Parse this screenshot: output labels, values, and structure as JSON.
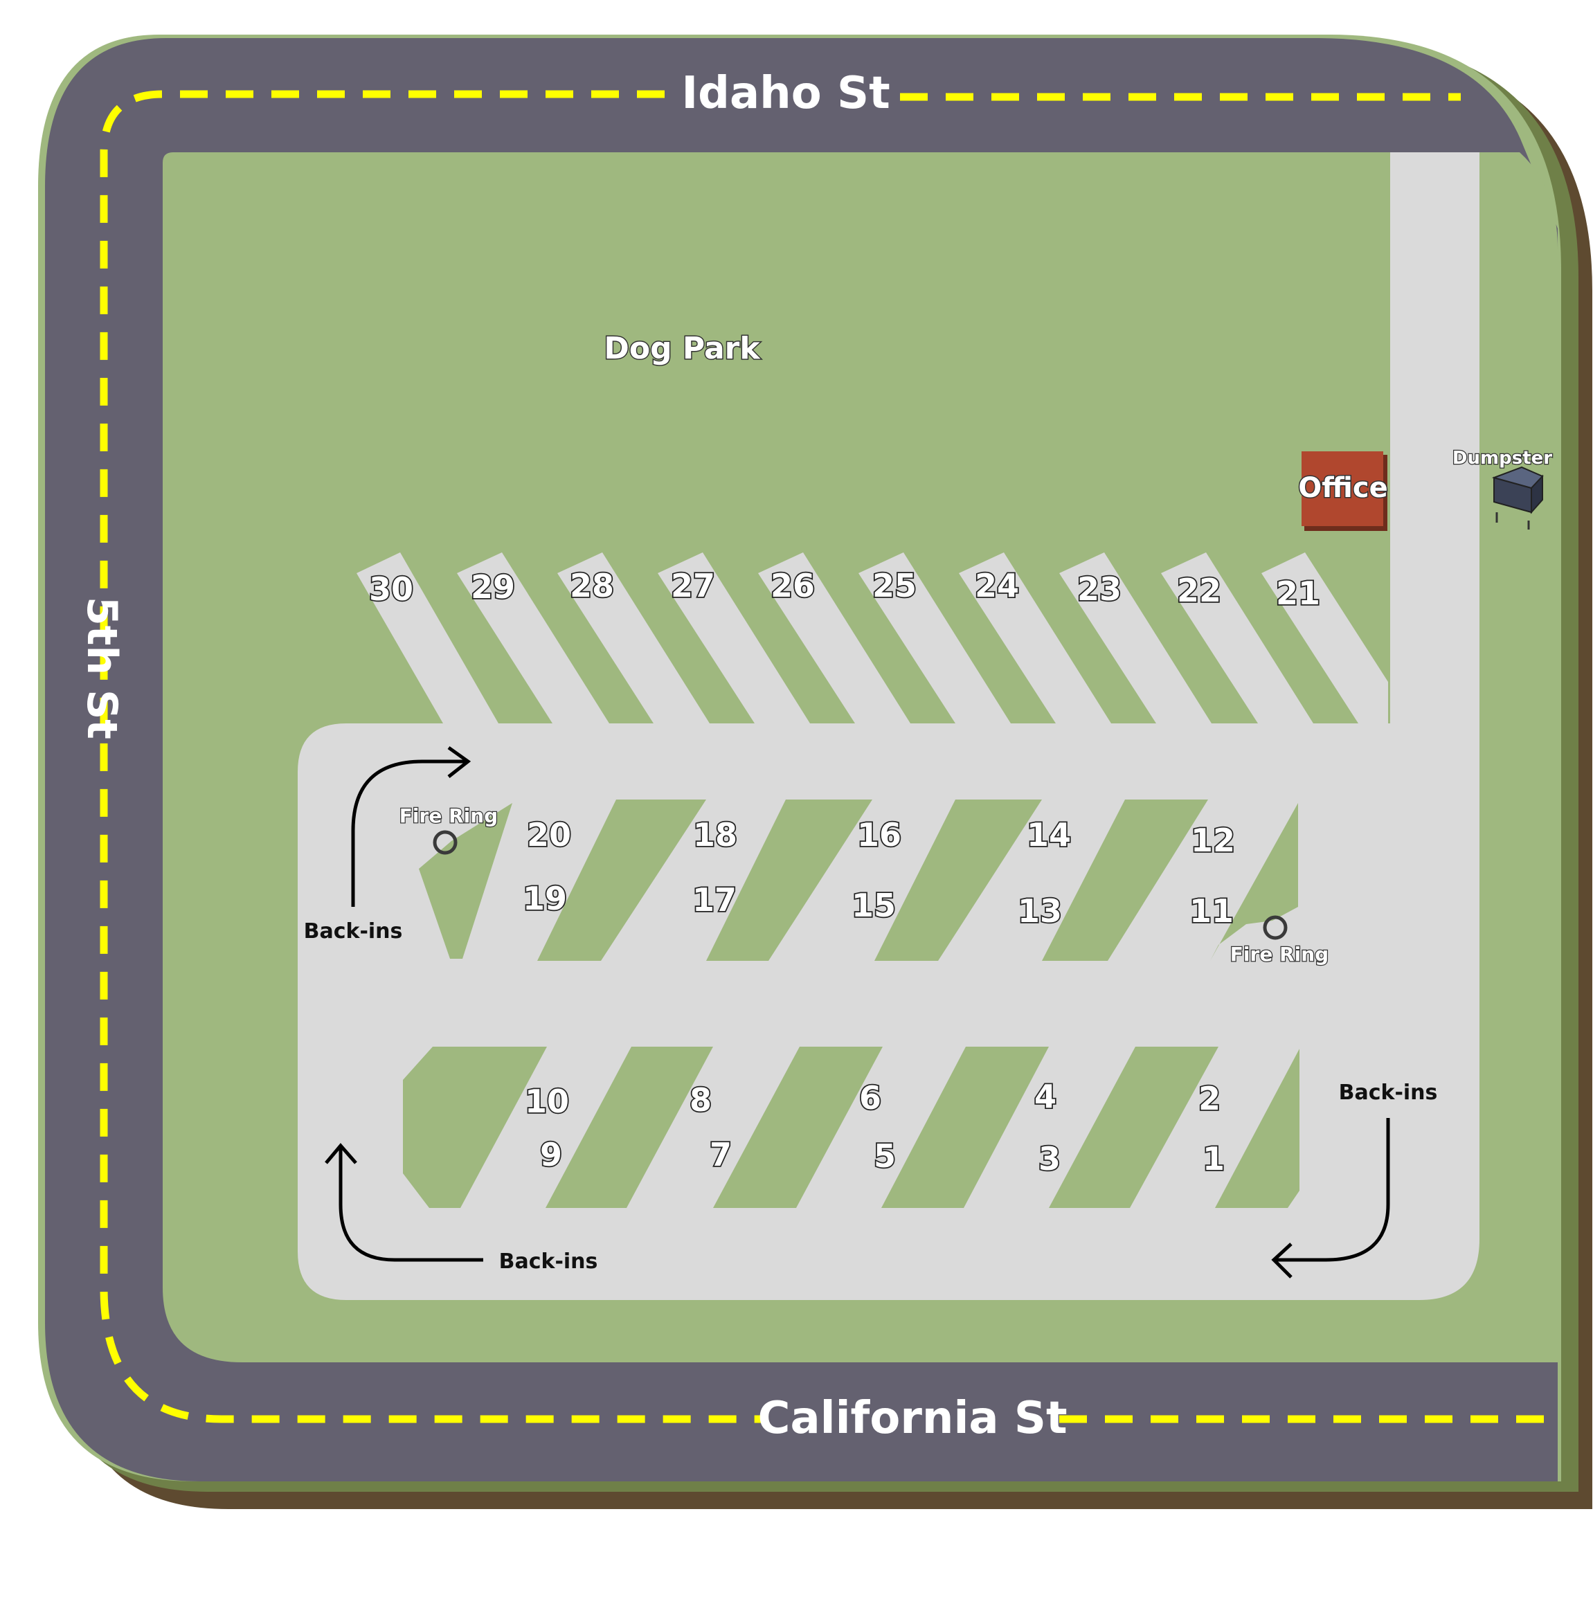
{
  "streets": {
    "north": "Idaho St",
    "west": "5th St",
    "south": "California St"
  },
  "areas": {
    "dog_park": "Dog Park",
    "office": "Office",
    "dumpster": "Dumpster"
  },
  "amenities": {
    "fire_ring_left": "Fire Ring",
    "fire_ring_right": "Fire Ring"
  },
  "notes": {
    "back_ins_left": "Back-ins",
    "back_ins_right": "Back-ins",
    "back_ins_bottom": "Back-ins"
  },
  "sites": {
    "top_row": [
      "30",
      "29",
      "28",
      "27",
      "26",
      "25",
      "24",
      "23",
      "22",
      "21"
    ],
    "middle_upper": [
      "20",
      "18",
      "16",
      "14",
      "12"
    ],
    "middle_lower": [
      "19",
      "17",
      "15",
      "13",
      "11"
    ],
    "bottom_upper": [
      "10",
      "8",
      "6",
      "4",
      "2"
    ],
    "bottom_lower": [
      "9",
      "7",
      "5",
      "3",
      "1"
    ]
  },
  "colors": {
    "grass": "#9fb87f",
    "road": "#646170",
    "paved": "#dadada",
    "center_line": "#ffff00",
    "office": "#b0472e",
    "soil": "#5e4a30",
    "grass_edge": "#6f8048"
  }
}
